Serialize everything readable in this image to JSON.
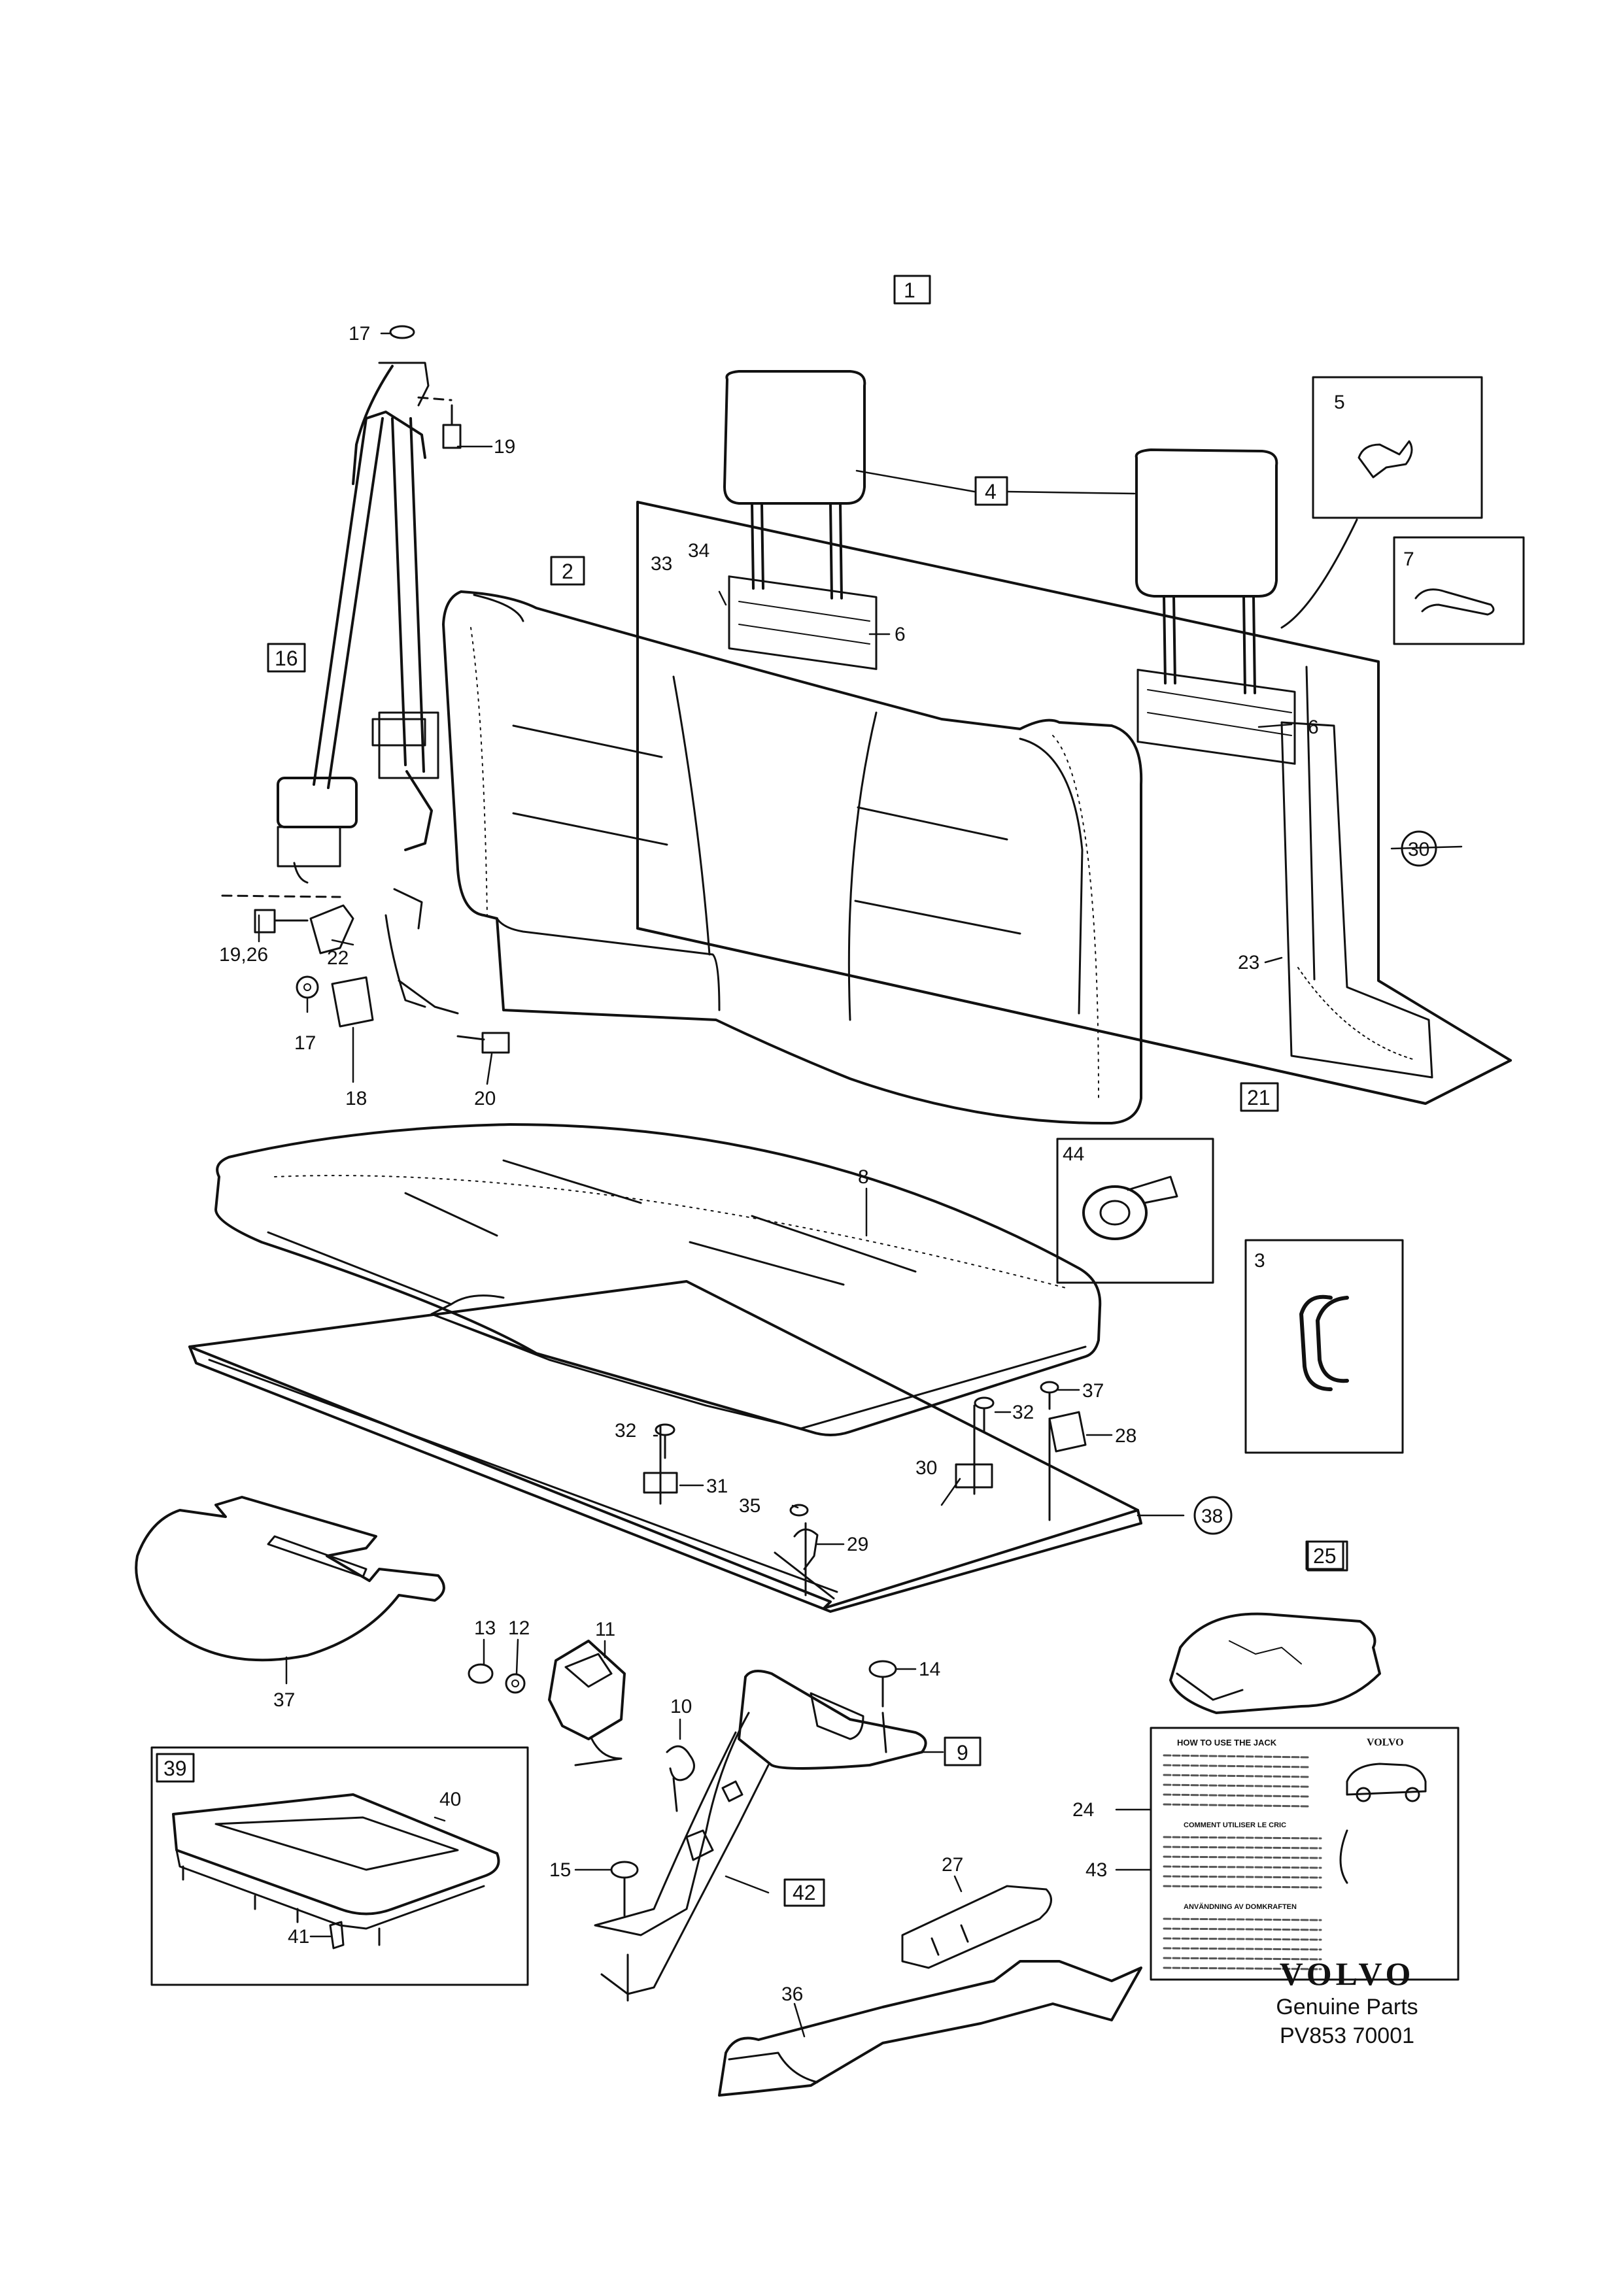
{
  "assembly_box": "1",
  "callouts": {
    "c17a": "17",
    "c19a": "19",
    "c16": "16",
    "c1926": "19,26",
    "c22": "22",
    "c17b": "17",
    "c18": "18",
    "c20": "20",
    "c33": "33",
    "c34": "34",
    "c2": "2",
    "c4": "4",
    "c6a": "6",
    "c6b": "6",
    "c5": "5",
    "c7": "7",
    "c30a": "30",
    "c23": "23",
    "c21": "21",
    "c44": "44",
    "c8": "8",
    "c3": "3",
    "c32a": "32",
    "c31": "31",
    "c32b": "32",
    "c37a": "37",
    "c28": "28",
    "c30b": "30",
    "c35": "35",
    "c29": "29",
    "c38": "38",
    "c37b": "37",
    "c13": "13",
    "c12": "12",
    "c11": "11",
    "c10": "10",
    "c14": "14",
    "c9": "9",
    "c15": "15",
    "c42": "42",
    "c39": "39",
    "c40": "40",
    "c41": "41",
    "c25": "25",
    "c24": "24",
    "c43": "43",
    "c27": "27",
    "c36": "36"
  },
  "label_card": {
    "heading": "HOW TO USE THE JACK",
    "brand": "VOLVO",
    "section_fr": "COMMENT UTILISER LE CRIC",
    "section_sv": "ANVÄNDNING AV DOMKRAFTEN"
  },
  "footer": {
    "brand": "VOLVO",
    "line1": "Genuine Parts",
    "line2": "PV853 70001"
  }
}
